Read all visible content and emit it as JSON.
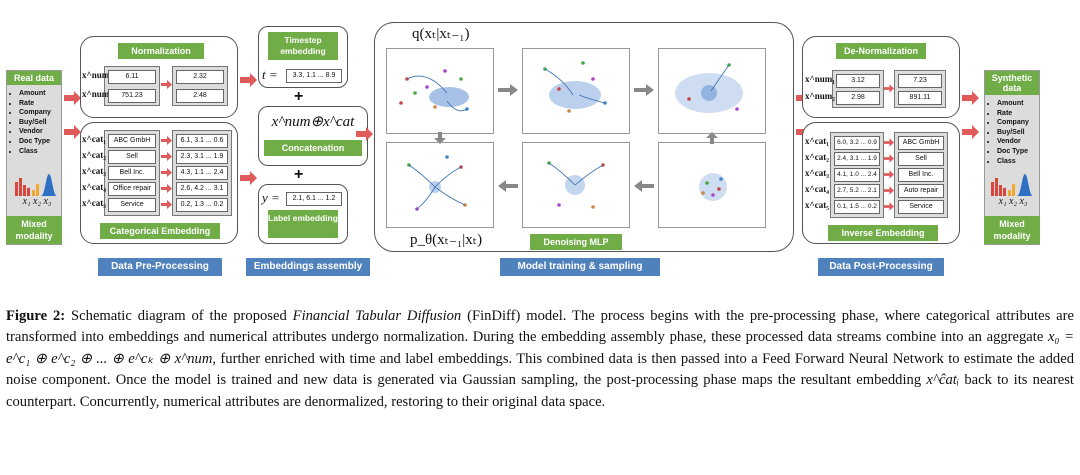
{
  "left": {
    "title": "Real data",
    "attributes": [
      "Amount",
      "Rate",
      "Company",
      "Buy/Sell",
      "Vendor",
      "Doc Type",
      "Class"
    ],
    "hist_labels": "x₁ x₂ x₃",
    "modality": "Mixed modality"
  },
  "preprocessing": {
    "normalization_title": "Normalization",
    "num_rows": [
      {
        "label": "x^num₁",
        "in": "6.11",
        "out": "2.32"
      },
      {
        "label": "x^num₂",
        "in": "751.23",
        "out": "2.48"
      }
    ],
    "cat_rows": [
      {
        "label": "x^cat₁",
        "in": "ABC GmbH",
        "out": "6.1, 3.1 ... 0.6"
      },
      {
        "label": "x^cat₂",
        "in": "Sell",
        "out": "2.3, 3.1 ... 1.9"
      },
      {
        "label": "x^cat₃",
        "in": "Bell Inc.",
        "out": "4.3, 1.1 ... 2.4"
      },
      {
        "label": "x^cat₄",
        "in": "Office repair",
        "out": "2.6, 4.2 ... 3.1"
      },
      {
        "label": "x^cat₅",
        "in": "Service",
        "out": "0.2, 1.3 ... 0.2"
      }
    ],
    "cat_title": "Categorical Embedding",
    "phase": "Data Pre-Processing"
  },
  "assembly": {
    "timestep_title": "Timestep embedding",
    "t_label": "t =",
    "t_value": "3.3, 1.1 ... 8.9",
    "plus1": "+",
    "concat_formula": "x^num⊕x^cat",
    "concat_title": "Concatenation",
    "plus2": "+",
    "y_label": "y =",
    "y_value": "2.1, 6.1 ... 1.2",
    "label_title": "Label embedding",
    "phase": "Embeddings assembly"
  },
  "model": {
    "q_formula": "q(xₜ|xₜ₋₁)",
    "p_formula": "p_θ(xₜ₋₁|xₜ)",
    "mlp_title": "Denoising MLP",
    "phase": "Model training & sampling"
  },
  "postprocessing": {
    "denorm_title": "De-Normalization",
    "num_rows": [
      {
        "label": "x^num₁",
        "in": "3.12",
        "out": "7.23"
      },
      {
        "label": "x^num₂",
        "in": "2.98",
        "out": "891.11"
      }
    ],
    "cat_rows": [
      {
        "label": "x^cat₁",
        "in": "6.0, 3.2 ... 0.9",
        "out": "ABC GmbH"
      },
      {
        "label": "x^cat₂",
        "in": "2.4, 3.1 ... 1.9",
        "out": "Sell"
      },
      {
        "label": "x^cat₃",
        "in": "4.1, 1.0 ... 2.4",
        "out": "Bell Inc."
      },
      {
        "label": "x^cat₄",
        "in": "2.7, 5.2 ... 2.1",
        "out": "Auto repair"
      },
      {
        "label": "x^cat₅",
        "in": "0.1, 1.5 ... 0.2",
        "out": "Service"
      }
    ],
    "cat_title": "Inverse Embedding",
    "phase": "Data Post-Processing"
  },
  "right": {
    "title": "Synthetic data",
    "attributes": [
      "Amount",
      "Rate",
      "Company",
      "Buy/Sell",
      "Vendor",
      "Doc Type",
      "Class"
    ],
    "hist_labels": "x₁ x₂ x₃",
    "modality": "Mixed modality"
  },
  "caption": {
    "label": "Figure 2:",
    "text1": "Schematic diagram of the proposed",
    "model_name": "Financial Tabular Diffusion",
    "text2": "(FinDiff) model. The process begins with the pre-processing phase, where categorical attributes are transformed into embeddings and numerical attributes undergo normalization. During the embedding assembly phase, these processed data streams combine into an aggregate",
    "formula1": "x₀ = e^c₁ ⊕ e^c₂ ⊕ ... ⊕ e^cₖ ⊕ x^num,",
    "text3": "further enriched with time and label embeddings. This combined data is then passed into a Feed Forward Neural Network to estimate the added noise component. Once the model is trained and new data is generated via Gaussian sampling, the post-processing phase maps the resultant embedding",
    "formula2": "x^ĉatᵢ",
    "text4": "back to its nearest counterpart. Concurrently, numerical attributes are denormalized, restoring to their original data space."
  },
  "colors": {
    "green": "#70ad47",
    "blue": "#4f81bd",
    "arrow": "#e05a5a",
    "panel_border": "#555555"
  }
}
